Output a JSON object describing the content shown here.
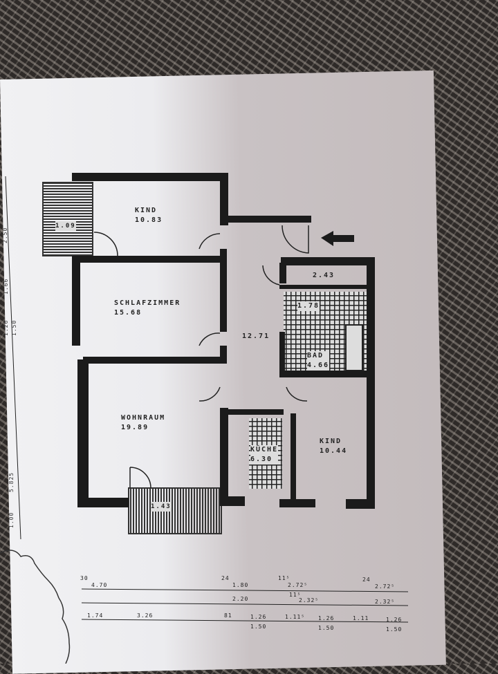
{
  "rooms": [
    {
      "id": "kind-1",
      "name": "KIND",
      "area": "10.83"
    },
    {
      "id": "schlafzimmer",
      "name": "SCHLAFZIMMER",
      "area": "15.68"
    },
    {
      "id": "wohnraum",
      "name": "WOHNRAUM",
      "area": "19.89"
    },
    {
      "id": "flur",
      "name": "",
      "area": "12.71"
    },
    {
      "id": "abstell",
      "name": "",
      "area": "2.43"
    },
    {
      "id": "wc",
      "name": "",
      "area": "1.78"
    },
    {
      "id": "bad",
      "name": "BAD",
      "area": "4.66"
    },
    {
      "id": "kueche",
      "name": "KÜCHE",
      "area": "6.30"
    },
    {
      "id": "kind-2",
      "name": "KIND",
      "area": "10.44"
    }
  ],
  "balconies": [
    {
      "id": "balcony-left",
      "area": "1.09"
    },
    {
      "id": "balcony-bottom",
      "area": "1.43"
    }
  ],
  "entrance": {
    "icon": "arrow-left-icon"
  },
  "dimensions": {
    "row1": [
      "30",
      "4.70",
      "24",
      "1.80",
      "11⁵",
      "2.72⁵",
      "24",
      "2.72⁵"
    ],
    "row2": [
      "2.20",
      "11⁵",
      "2.32⁵",
      "2.32⁵"
    ],
    "row3": [
      "1.74",
      "3.26",
      "81",
      "1.26",
      "1.50",
      "1.11⁵",
      "1.26",
      "1.50",
      "1.11",
      "1.26",
      "1.50"
    ],
    "vertical": [
      "2.50",
      "1.66",
      "1.26",
      "1.50",
      "5.825",
      "1.00"
    ]
  },
  "colors": {
    "wall": "#1b1b1b",
    "paper": "#ececef",
    "background": "#2e2a28"
  }
}
